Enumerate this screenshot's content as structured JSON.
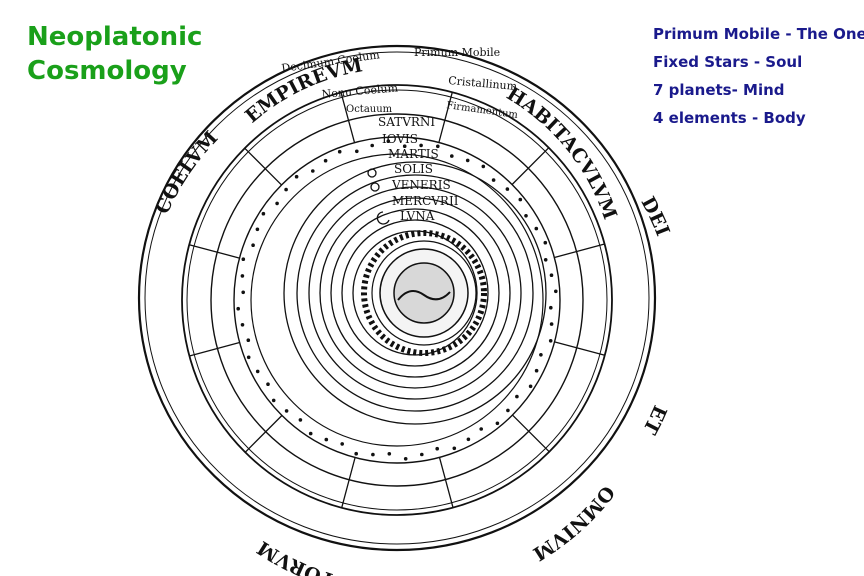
{
  "title_lines": [
    "Neoplatonic",
    "Cosmology"
  ],
  "legend": [
    "Primum Mobile - The One",
    "Fixed Stars - Soul",
    "7 planets- Mind",
    "4 elements - Body"
  ],
  "outer_band_words": [
    "EMPIREVM",
    "HABITACVLVM",
    "DEI",
    "ET",
    "OMNIVM",
    "ELECTORVM",
    "COELVM"
  ],
  "sphere_labels": [
    "Decimum Coelum",
    "Primum Mobile",
    "Nonu Coelum",
    "Cristallinum",
    "Octauum",
    "Firmamentum",
    "SATVRNI",
    "IOVIS",
    "MARTIS",
    "SOLIS",
    "VENERIS",
    "MERCVRII",
    "LVNA"
  ],
  "colors": {
    "title": "#1aa01a",
    "legend": "#1a1a8c",
    "ink": "#111111"
  }
}
